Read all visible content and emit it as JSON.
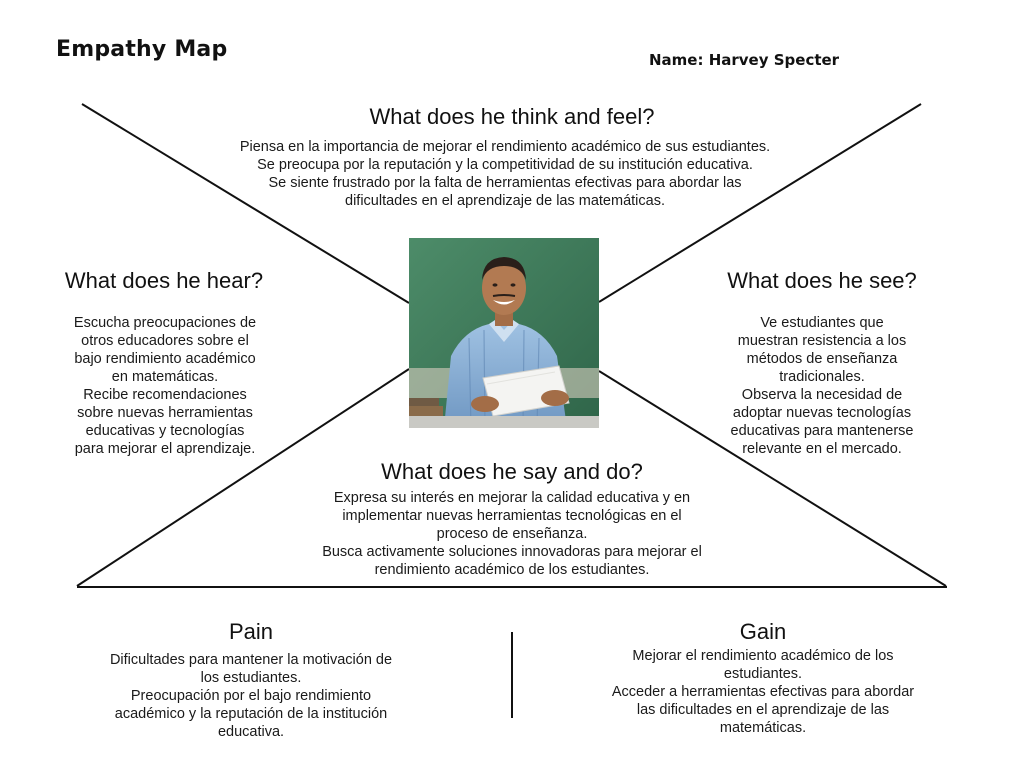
{
  "header": {
    "title": "Empathy Map",
    "name_label": "Name: Harvey Specter"
  },
  "think_feel": {
    "heading": "What does he think and feel?",
    "lines": [
      "Piensa en la importancia de mejorar el rendimiento académico de sus estudiantes.",
      "Se preocupa por la reputación y la competitividad de su institución educativa.",
      "Se siente frustrado por la falta de herramientas efectivas para abordar las",
      "dificultades en el aprendizaje de las matemáticas."
    ]
  },
  "hear": {
    "heading": "What does he hear?",
    "lines": [
      "Escucha preocupaciones de",
      "otros educadores sobre el",
      "bajo rendimiento académico",
      "en matemáticas.",
      "Recibe recomendaciones",
      "sobre nuevas herramientas",
      "educativas y tecnologías",
      "para mejorar el aprendizaje."
    ]
  },
  "see": {
    "heading": "What does he see?",
    "lines": [
      "Ve estudiantes que",
      "muestran resistencia a los",
      "métodos de enseñanza",
      "tradicionales.",
      "Observa la necesidad de",
      "adoptar nuevas tecnologías",
      "educativas para mantenerse",
      "relevante en el mercado."
    ]
  },
  "say_do": {
    "heading": "What does he say and do?",
    "lines": [
      "Expresa su interés en mejorar la calidad educativa y en",
      "implementar nuevas herramientas tecnológicas en el",
      "proceso de enseñanza.",
      "Busca activamente soluciones innovadoras para mejorar el",
      "rendimiento académico de los estudiantes."
    ]
  },
  "pain": {
    "heading": "Pain",
    "lines": [
      "Dificultades para mantener la motivación de",
      "los estudiantes.",
      "Preocupación por el bajo rendimiento",
      "académico y la reputación de la institución",
      "educativa."
    ]
  },
  "gain": {
    "heading": "Gain",
    "lines": [
      "Mejorar el rendimiento académico de los",
      "estudiantes.",
      "Acceder a herramientas efectivas para abordar",
      "las dificultades en el aprendizaje de las",
      "matemáticas."
    ]
  },
  "colors": {
    "board": "#3f7a5a",
    "shirt": "#8fb4d8",
    "skin": "#b27a52",
    "paper": "#f4f4f2",
    "desk": "#c9c9c4"
  }
}
